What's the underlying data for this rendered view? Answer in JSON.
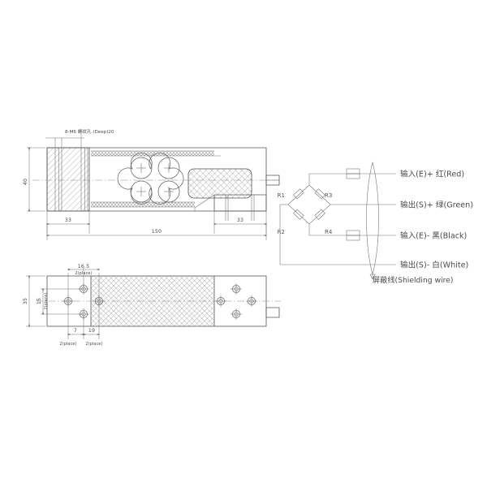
{
  "document": {
    "type": "technical-drawing",
    "subject": "single point load cell outline and wiring diagram"
  },
  "side_view": {
    "name": "side-elevation-view",
    "notes": {
      "thread_note": "8-M6 螺纹孔 (Deep)20"
    },
    "dimensions": {
      "height": "40",
      "left_block": "33",
      "right_block": "33",
      "overall_length": "150"
    }
  },
  "bottom_view": {
    "name": "bottom-plan-view",
    "dimensions": {
      "hole_pitch_vertical_top": "16.5",
      "hole_pitch_vertical_top_qty": "2(place)",
      "width_inner": "15",
      "width_inner_qty": "2(place)",
      "width_overall": "35",
      "hole_offset_1": "7",
      "hole_offset_1_qty": "2(place)",
      "hole_offset_2": "19",
      "hole_offset_2_qty": "2(place)"
    }
  },
  "wiring_diagram": {
    "name": "wheatstone-bridge-wiring",
    "resistors": [
      "R1",
      "R2",
      "R3",
      "R4"
    ],
    "leads": [
      {
        "label": "输入(E)+ 红(Red)",
        "signal": "excitation-positive",
        "color": "Red"
      },
      {
        "label": "输出(S)+ 绿(Green)",
        "signal": "signal-positive",
        "color": "Green"
      },
      {
        "label": "输入(E)- 黑(Black)",
        "signal": "excitation-negative",
        "color": "Black"
      },
      {
        "label": "输出(S)- 白(White)",
        "signal": "signal-negative",
        "color": "White"
      }
    ],
    "shield_label": "屏蔽线(Shielding wire)"
  },
  "colors": {
    "line": "#555555",
    "thin_line": "#777777",
    "text": "#4a4a4a",
    "background": "#ffffff"
  }
}
